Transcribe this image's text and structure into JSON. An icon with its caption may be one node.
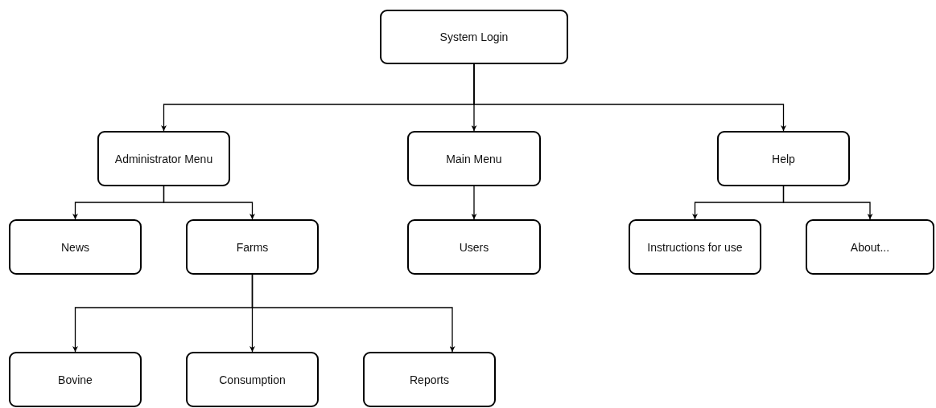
{
  "diagram": {
    "nodes": [
      {
        "text": [
          "System Login"
        ]
      },
      {
        "text": [
          "Administrator Menu"
        ]
      },
      {
        "text": [
          "Main Menu"
        ]
      },
      {
        "text": [
          "Help"
        ]
      },
      {
        "text": [
          "News"
        ]
      },
      {
        "text": [
          "Farms"
        ]
      },
      {
        "text": [
          "Users"
        ]
      },
      {
        "text": [
          "Instructions for use"
        ]
      },
      {
        "text": [
          "About..."
        ]
      },
      {
        "text": [
          "Bovine"
        ]
      },
      {
        "text": [
          "Consumption"
        ]
      },
      {
        "text": [
          "Reports"
        ]
      }
    ],
    "edges": [
      {
        "from": 0,
        "to": 1,
        "arrow": "to"
      },
      {
        "from": 0,
        "to": 2,
        "arrow": "to"
      },
      {
        "from": 0,
        "to": 3,
        "arrow": "to"
      },
      {
        "from": 1,
        "to": 4,
        "arrow": "to"
      },
      {
        "from": 1,
        "to": 5,
        "arrow": "to"
      },
      {
        "from": 2,
        "to": 6,
        "arrow": "to"
      },
      {
        "from": 3,
        "to": 7,
        "arrow": "to"
      },
      {
        "from": 3,
        "to": 8,
        "arrow": "to"
      },
      {
        "from": 5,
        "to": 9,
        "arrow": "to"
      },
      {
        "from": 5,
        "to": 10,
        "arrow": "to"
      },
      {
        "from": 5,
        "to": 11,
        "arrow": "to"
      }
    ]
  }
}
